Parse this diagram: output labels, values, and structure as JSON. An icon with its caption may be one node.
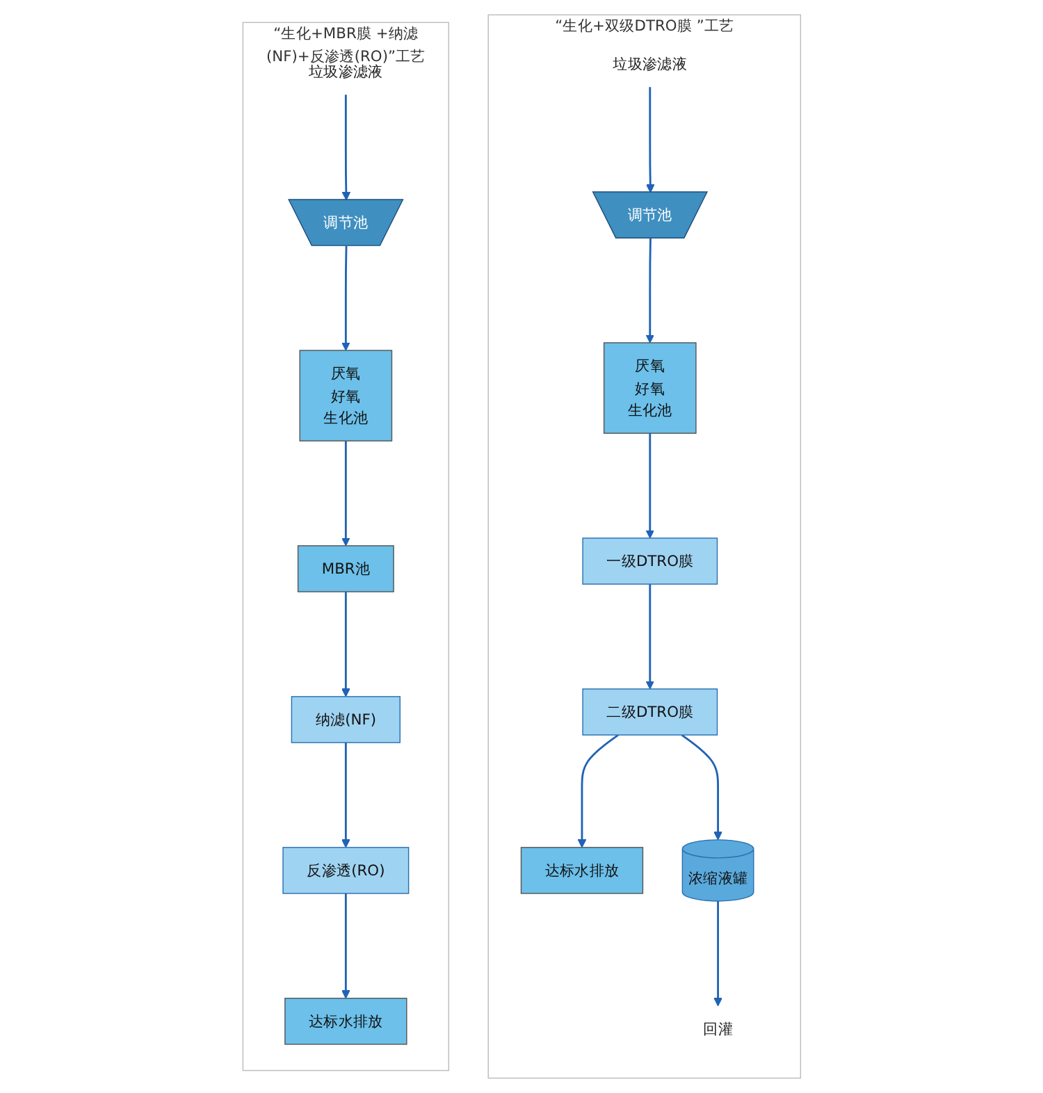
{
  "diagram": {
    "nodes": [
      {
        "text": [
          "“生化+双级DTRO膜 ”工艺"
        ]
      },
      {
        "text": [
          "垃圾渗滤液"
        ],
        "in": 0
      },
      {
        "text": [
          "调节池"
        ],
        "in": 0
      },
      {
        "text": [
          "厌氧",
          "好氧",
          "生化池"
        ],
        "in": 0
      },
      {
        "text": [
          "一级DTRO膜"
        ],
        "in": 0
      },
      {
        "text": [
          "二级DTRO膜"
        ],
        "in": 0
      },
      {
        "text": [
          "达标水排放"
        ],
        "in": 0
      },
      {
        "text": [
          "浓缩液罐"
        ],
        "in": 0
      },
      {
        "text": [
          "回灌"
        ],
        "in": 0
      },
      {
        "text": [
          "“生化+MBR膜 +纳滤(NF)+反渗透(RO)”工艺"
        ]
      },
      {
        "text": [
          "垃圾渗滤液"
        ],
        "in": 9
      },
      {
        "text": [
          "调节池"
        ],
        "in": 9
      },
      {
        "text": [
          "厌氧",
          "好氧",
          "生化池"
        ],
        "in": 9
      },
      {
        "text": [
          "MBR池"
        ],
        "in": 9
      },
      {
        "text": [
          "纳滤(NF)"
        ],
        "in": 9
      },
      {
        "text": [
          "反渗透(RO)"
        ],
        "in": 9
      },
      {
        "text": [
          "达标水排放"
        ],
        "in": 9
      }
    ],
    "edges": [
      {
        "from": 1,
        "to": 2,
        "arrow": "to"
      },
      {
        "from": 2,
        "to": 3,
        "arrow": "to"
      },
      {
        "from": 3,
        "to": 4,
        "arrow": "to"
      },
      {
        "from": 4,
        "to": 5,
        "arrow": "to"
      },
      {
        "from": 5,
        "to": 6,
        "arrow": "to"
      },
      {
        "from": 5,
        "to": 7,
        "arrow": "to"
      },
      {
        "from": 7,
        "to": 8,
        "arrow": "to"
      },
      {
        "from": 10,
        "to": 11,
        "arrow": "to"
      },
      {
        "from": 11,
        "to": 12,
        "arrow": "to"
      },
      {
        "from": 12,
        "to": 13,
        "arrow": "to"
      },
      {
        "from": 13,
        "to": 14,
        "arrow": "to"
      },
      {
        "from": 14,
        "to": 15,
        "arrow": "to"
      },
      {
        "from": 15,
        "to": 16,
        "arrow": "to"
      }
    ]
  }
}
